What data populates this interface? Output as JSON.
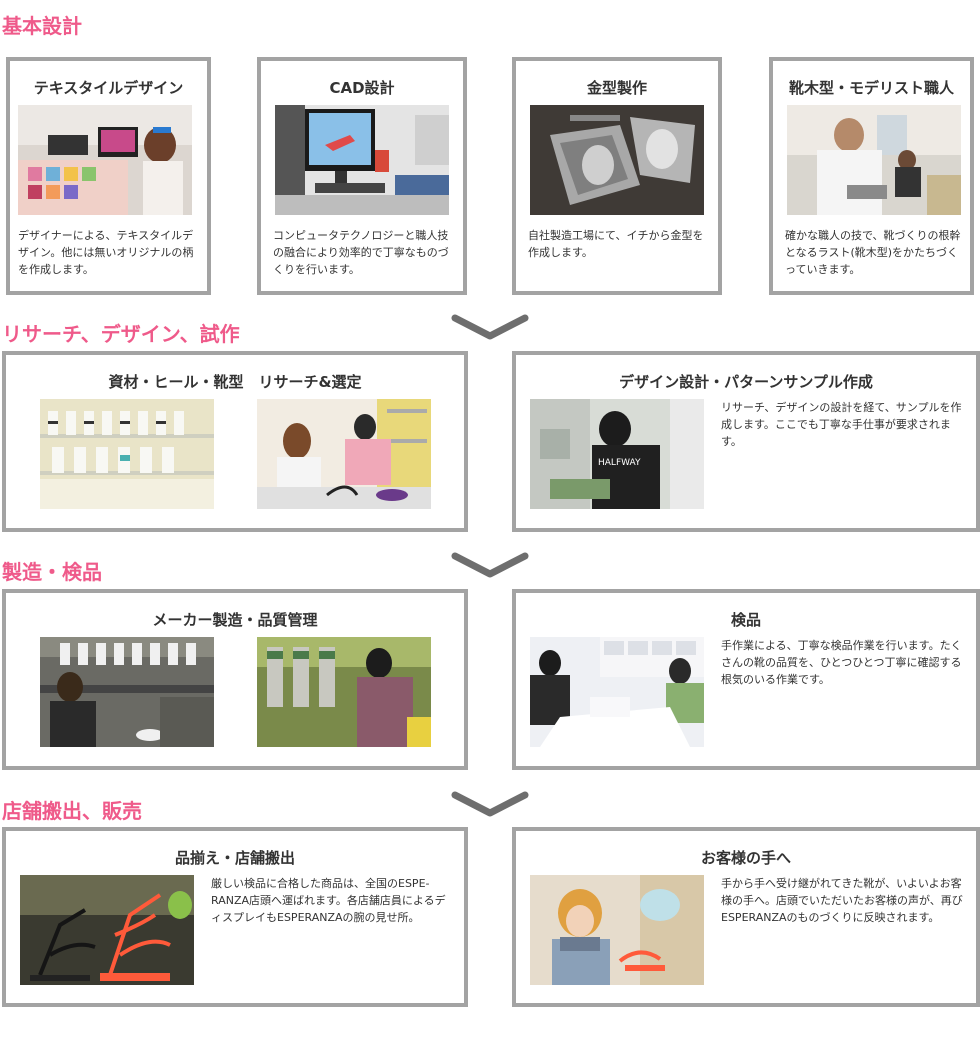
{
  "sections": {
    "basic": {
      "title": "基本設計"
    },
    "research": {
      "title": "リサーチ、デザイン、試作"
    },
    "manufacturing": {
      "title": "製造・検品"
    },
    "sales": {
      "title": "店舗搬出、販売"
    }
  },
  "boxes": {
    "textile": {
      "title": "テキスタイルデザイン",
      "desc": "デザイナーによる、テキスタイルデザイン。他には無いオリジナルの柄を作成します。"
    },
    "cad": {
      "title": "CAD設計",
      "desc": "コンピュータテクノロジーと職人技の融合により効率的で丁寧なものづくりを行います。"
    },
    "mold": {
      "title": "金型製作",
      "desc": "自社製造工場にて、イチから金型を作成します。"
    },
    "last": {
      "title": "靴木型・モデリスト職人",
      "desc": "確かな職人の技で、靴づくりの根幹となるラスト(靴木型)をかたちづくっていきます。"
    },
    "materials": {
      "title": "資材・ヒール・靴型　リサーチ&選定"
    },
    "pattern": {
      "title": "デザイン設計・パターンサンプル作成",
      "desc": "リサーチ、デザインの設計を経て、サンプルを作成します。ここでも丁寧な手仕事が要求されます。"
    },
    "maker": {
      "title": "メーカー製造・品質管理"
    },
    "inspection": {
      "title": "検品",
      "desc": "手作業による、丁寧な検品作業を行います。たくさんの靴の品質を、ひとつひとつ丁寧に確認する根気のいる作業です。"
    },
    "display": {
      "title": "品揃え・店舗搬出",
      "desc": "厳しい検品に合格した商品は、全国のESPE-RANZA店頭へ運ばれます。各店舗店員によるディスプレイもESPERANZAの腕の見せ所。"
    },
    "customer": {
      "title": "お客様の手へ",
      "desc": "手から手へ受け継がれてきた靴が、いよいよお客様の手へ。店頭でいただいたお客様の声が、再びESPERANZAのものづくりに反映されます。"
    }
  },
  "colors": {
    "section_title": "#ef5a8a",
    "border": "#a3a3a3",
    "chevron": "#6e6e6e"
  }
}
